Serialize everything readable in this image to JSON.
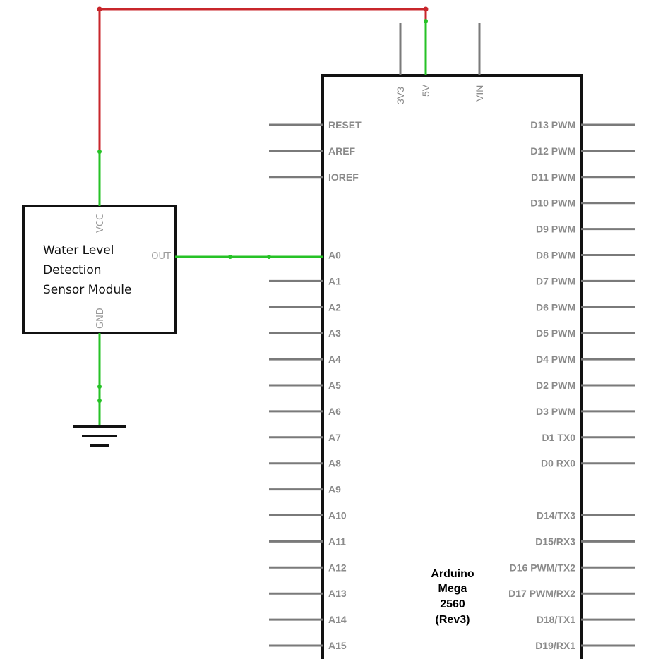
{
  "colors": {
    "wire_power": "#c8262b",
    "wire_signal": "#26c226",
    "pin_lines": "#7a7a7a",
    "outline": "#111111",
    "pin_text": "#8a8a8a"
  },
  "sensor": {
    "name_lines": [
      "Water Level",
      "Detection",
      "Sensor Module"
    ],
    "pin_vcc": "VCC",
    "pin_out": "OUT",
    "pin_gnd": "GND"
  },
  "board": {
    "name_lines": [
      "Arduino",
      "Mega",
      "2560",
      "(Rev3)"
    ],
    "top_pins": [
      "3V3",
      "5V",
      "VIN"
    ],
    "left_pins": [
      "RESET",
      "AREF",
      "IOREF",
      "",
      "",
      "A0",
      "A1",
      "A2",
      "A3",
      "A4",
      "A5",
      "A6",
      "A7",
      "A8",
      "A9",
      "A10",
      "A11",
      "A12",
      "A13",
      "A14",
      "A15"
    ],
    "right_pins": [
      "D13 PWM",
      "D12 PWM",
      "D11 PWM",
      "D10 PWM",
      "D9 PWM",
      "D8 PWM",
      "D7 PWM",
      "D6 PWM",
      "D5 PWM",
      "D4 PWM",
      "D2 PWM",
      "D3 PWM",
      "D1 TX0",
      "D0 RX0",
      "",
      "D14/TX3",
      "D15/RX3",
      "D16 PWM/TX2",
      "D17 PWM/RX2",
      "D18/TX1",
      "D19/RX1"
    ]
  },
  "connections": [
    {
      "from": "VCC",
      "to": "5V",
      "color": "power"
    },
    {
      "from": "OUT",
      "to": "A0",
      "color": "signal"
    },
    {
      "from": "GND",
      "to": "ground",
      "color": "signal"
    }
  ]
}
